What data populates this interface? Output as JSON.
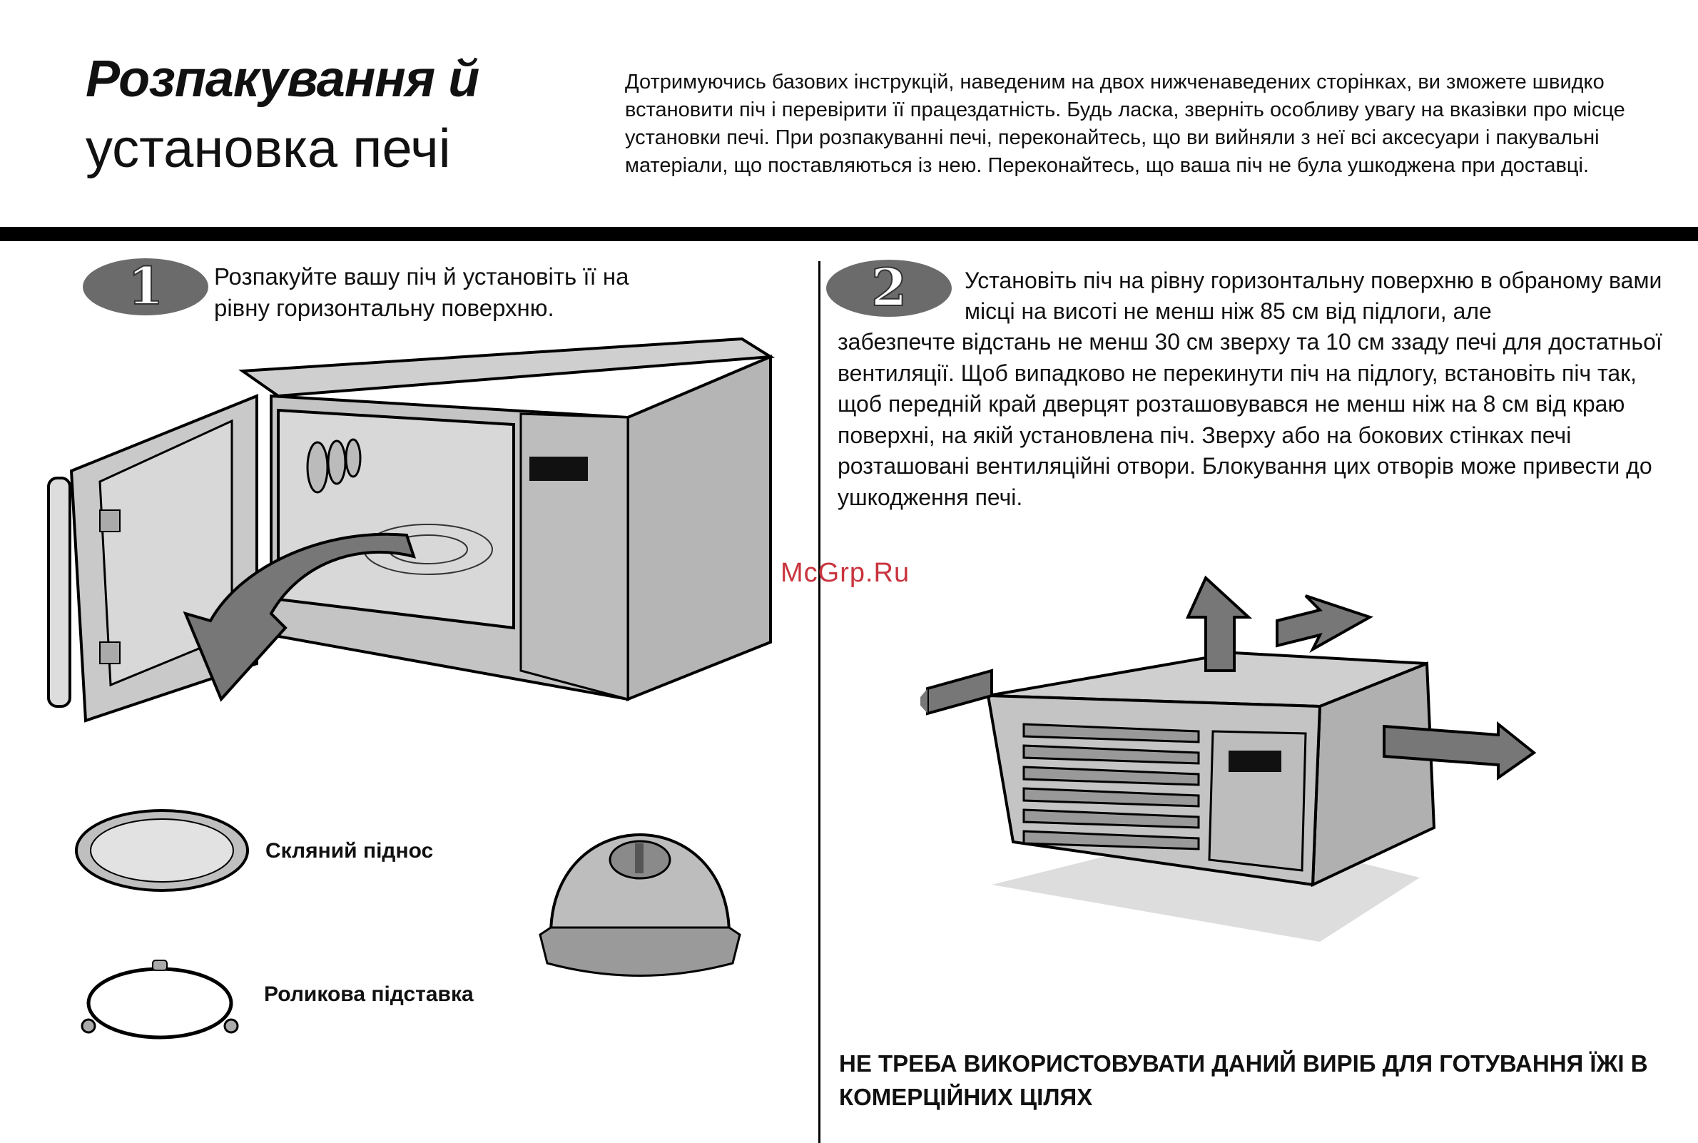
{
  "header": {
    "title_bold": "Розпакування й",
    "title_regular": "установка печі",
    "intro": "Дотримуючись базових інструкцій, наведеним на двох нижченаведених сторінках, ви зможете швидко встановити піч і перевірити її працездатність. Будь ласка, зверніть особливу увагу на вказівки про місце установки печі. При розпакуванні печі, переконайтесь, що ви вийняли з неї всі аксесуари і пакувальні матеріали, що поставляються із нею. Переконайтесь, що ваша піч не була ушкоджена при доставці."
  },
  "step1": {
    "number": "1",
    "text": "Розпакуйте вашу піч й установіть її на рівну горизонтальну поверхню."
  },
  "accessories": {
    "tray_label": "Скляний піднос",
    "ring_label": "Роликова підставка"
  },
  "step2": {
    "number": "2",
    "text_first": "Установіть піч на рівну горизонтальну поверхню в обраному вами місці на висоті не менш ніж 85 см від підлоги, але",
    "text_rest": "забезпечте відстань не менш 30 см зверху та 10 см ззаду печі для достатньої вентиляції.  Щоб випадково не перекинути піч на підлогу, встановіть піч так, щоб передній край дверцят розташовувався не менш ніж на 8 см від краю поверхні, на якій установлена піч. Зверху або на бокових стінках печі розташовані вентиляційні отвори. Блокування цих отворів може привести до ушкодження печі."
  },
  "warning": "НЕ ТРЕБА ВИКОРИСТОВУВАТИ ДАНИЙ ВИРІБ ДЛЯ ГОТУВАННЯ ЇЖІ В КОМЕРЦІЙНИХ ЦІЛЯХ",
  "watermark": "McGrp.Ru",
  "colors": {
    "rule": "#000000",
    "illustration_fill": "#bdbdbd",
    "arrow_fill": "#777777",
    "watermark": "#c9343e"
  }
}
